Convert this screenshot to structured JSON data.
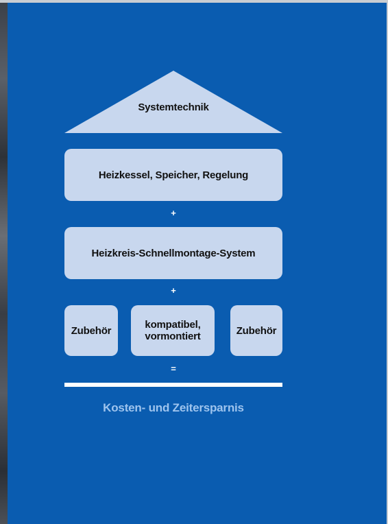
{
  "colors": {
    "background": "#0a5cb0",
    "box_fill": "#c8d7ee",
    "result_text": "#9ec4ee"
  },
  "diagram": {
    "roof_label": "Systemtechnik",
    "row1_label": "Heizkessel, Speicher, Regelung",
    "plus1": "+",
    "row2_label": "Heizkreis-Schnellmontage-System",
    "plus2": "+",
    "row3": {
      "left": "Zubehör",
      "center": "kompatibel,\nvormontiert",
      "right": "Zubehör"
    },
    "equals": "=",
    "result": "Kosten- und Zeitersparnis"
  }
}
